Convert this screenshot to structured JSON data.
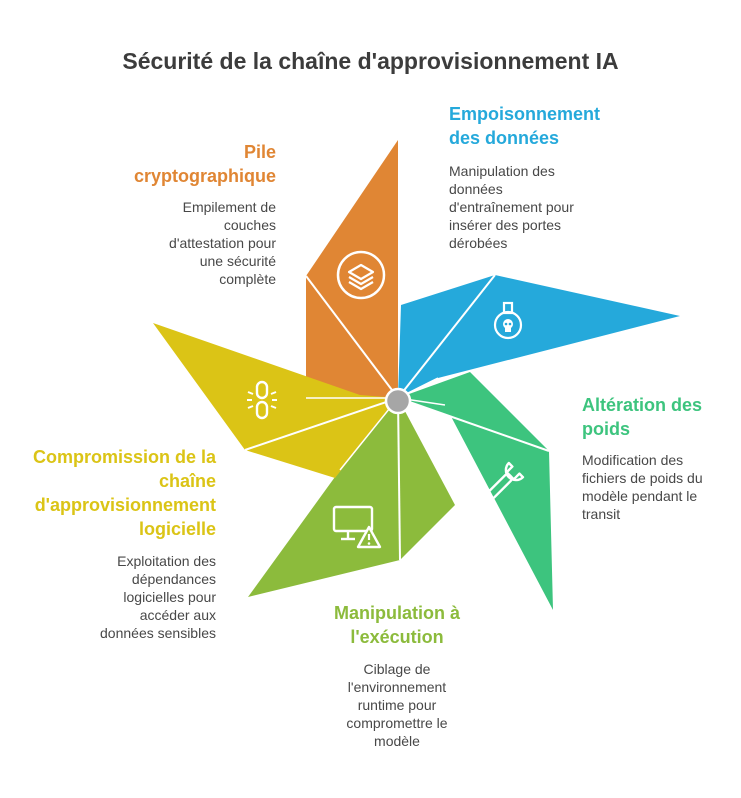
{
  "title": "Sécurité de la chaîne d'approvisionnement IA",
  "colors": {
    "orange": "#E08634",
    "blue": "#25A9DB",
    "green": "#3DC47E",
    "lime": "#8CBB3C",
    "yellow": "#DBC416",
    "hub": "#A6A6A6"
  },
  "sections": [
    {
      "id": "pile",
      "heading_lines": [
        "Pile",
        "cryptographique"
      ],
      "description_lines": [
        "Empilement de",
        "couches",
        "d'attestation pour",
        "une sécurité",
        "complète"
      ],
      "icon": "layers-icon",
      "color": "#E08634"
    },
    {
      "id": "empoisonnement",
      "heading_lines": [
        "Empoisonnement",
        "des données"
      ],
      "description_lines": [
        "Manipulation des",
        "données",
        "d'entraînement pour",
        "insérer des portes",
        "dérobées"
      ],
      "icon": "poison-flask-icon",
      "color": "#25A9DB"
    },
    {
      "id": "alteration",
      "heading_lines": [
        "Altération des",
        "poids"
      ],
      "description_lines": [
        "Modification des",
        "fichiers de poids du",
        "modèle pendant le",
        "transit"
      ],
      "icon": "wrench-icon",
      "color": "#3DC47E"
    },
    {
      "id": "manipulation",
      "heading_lines": [
        "Manipulation à",
        "l'exécution"
      ],
      "description_lines": [
        "Ciblage de",
        "l'environnement",
        "runtime pour",
        "compromettre le",
        "modèle"
      ],
      "icon": "monitor-warning-icon",
      "color": "#8CBB3C"
    },
    {
      "id": "compromission",
      "heading_lines": [
        "Compromission de la",
        "chaîne",
        "d'approvisionnement",
        "logicielle"
      ],
      "description_lines": [
        "Exploitation des",
        "dépendances",
        "logicielles pour",
        "accéder aux",
        "données sensibles"
      ],
      "icon": "broken-link-icon",
      "color": "#DBC416"
    }
  ]
}
